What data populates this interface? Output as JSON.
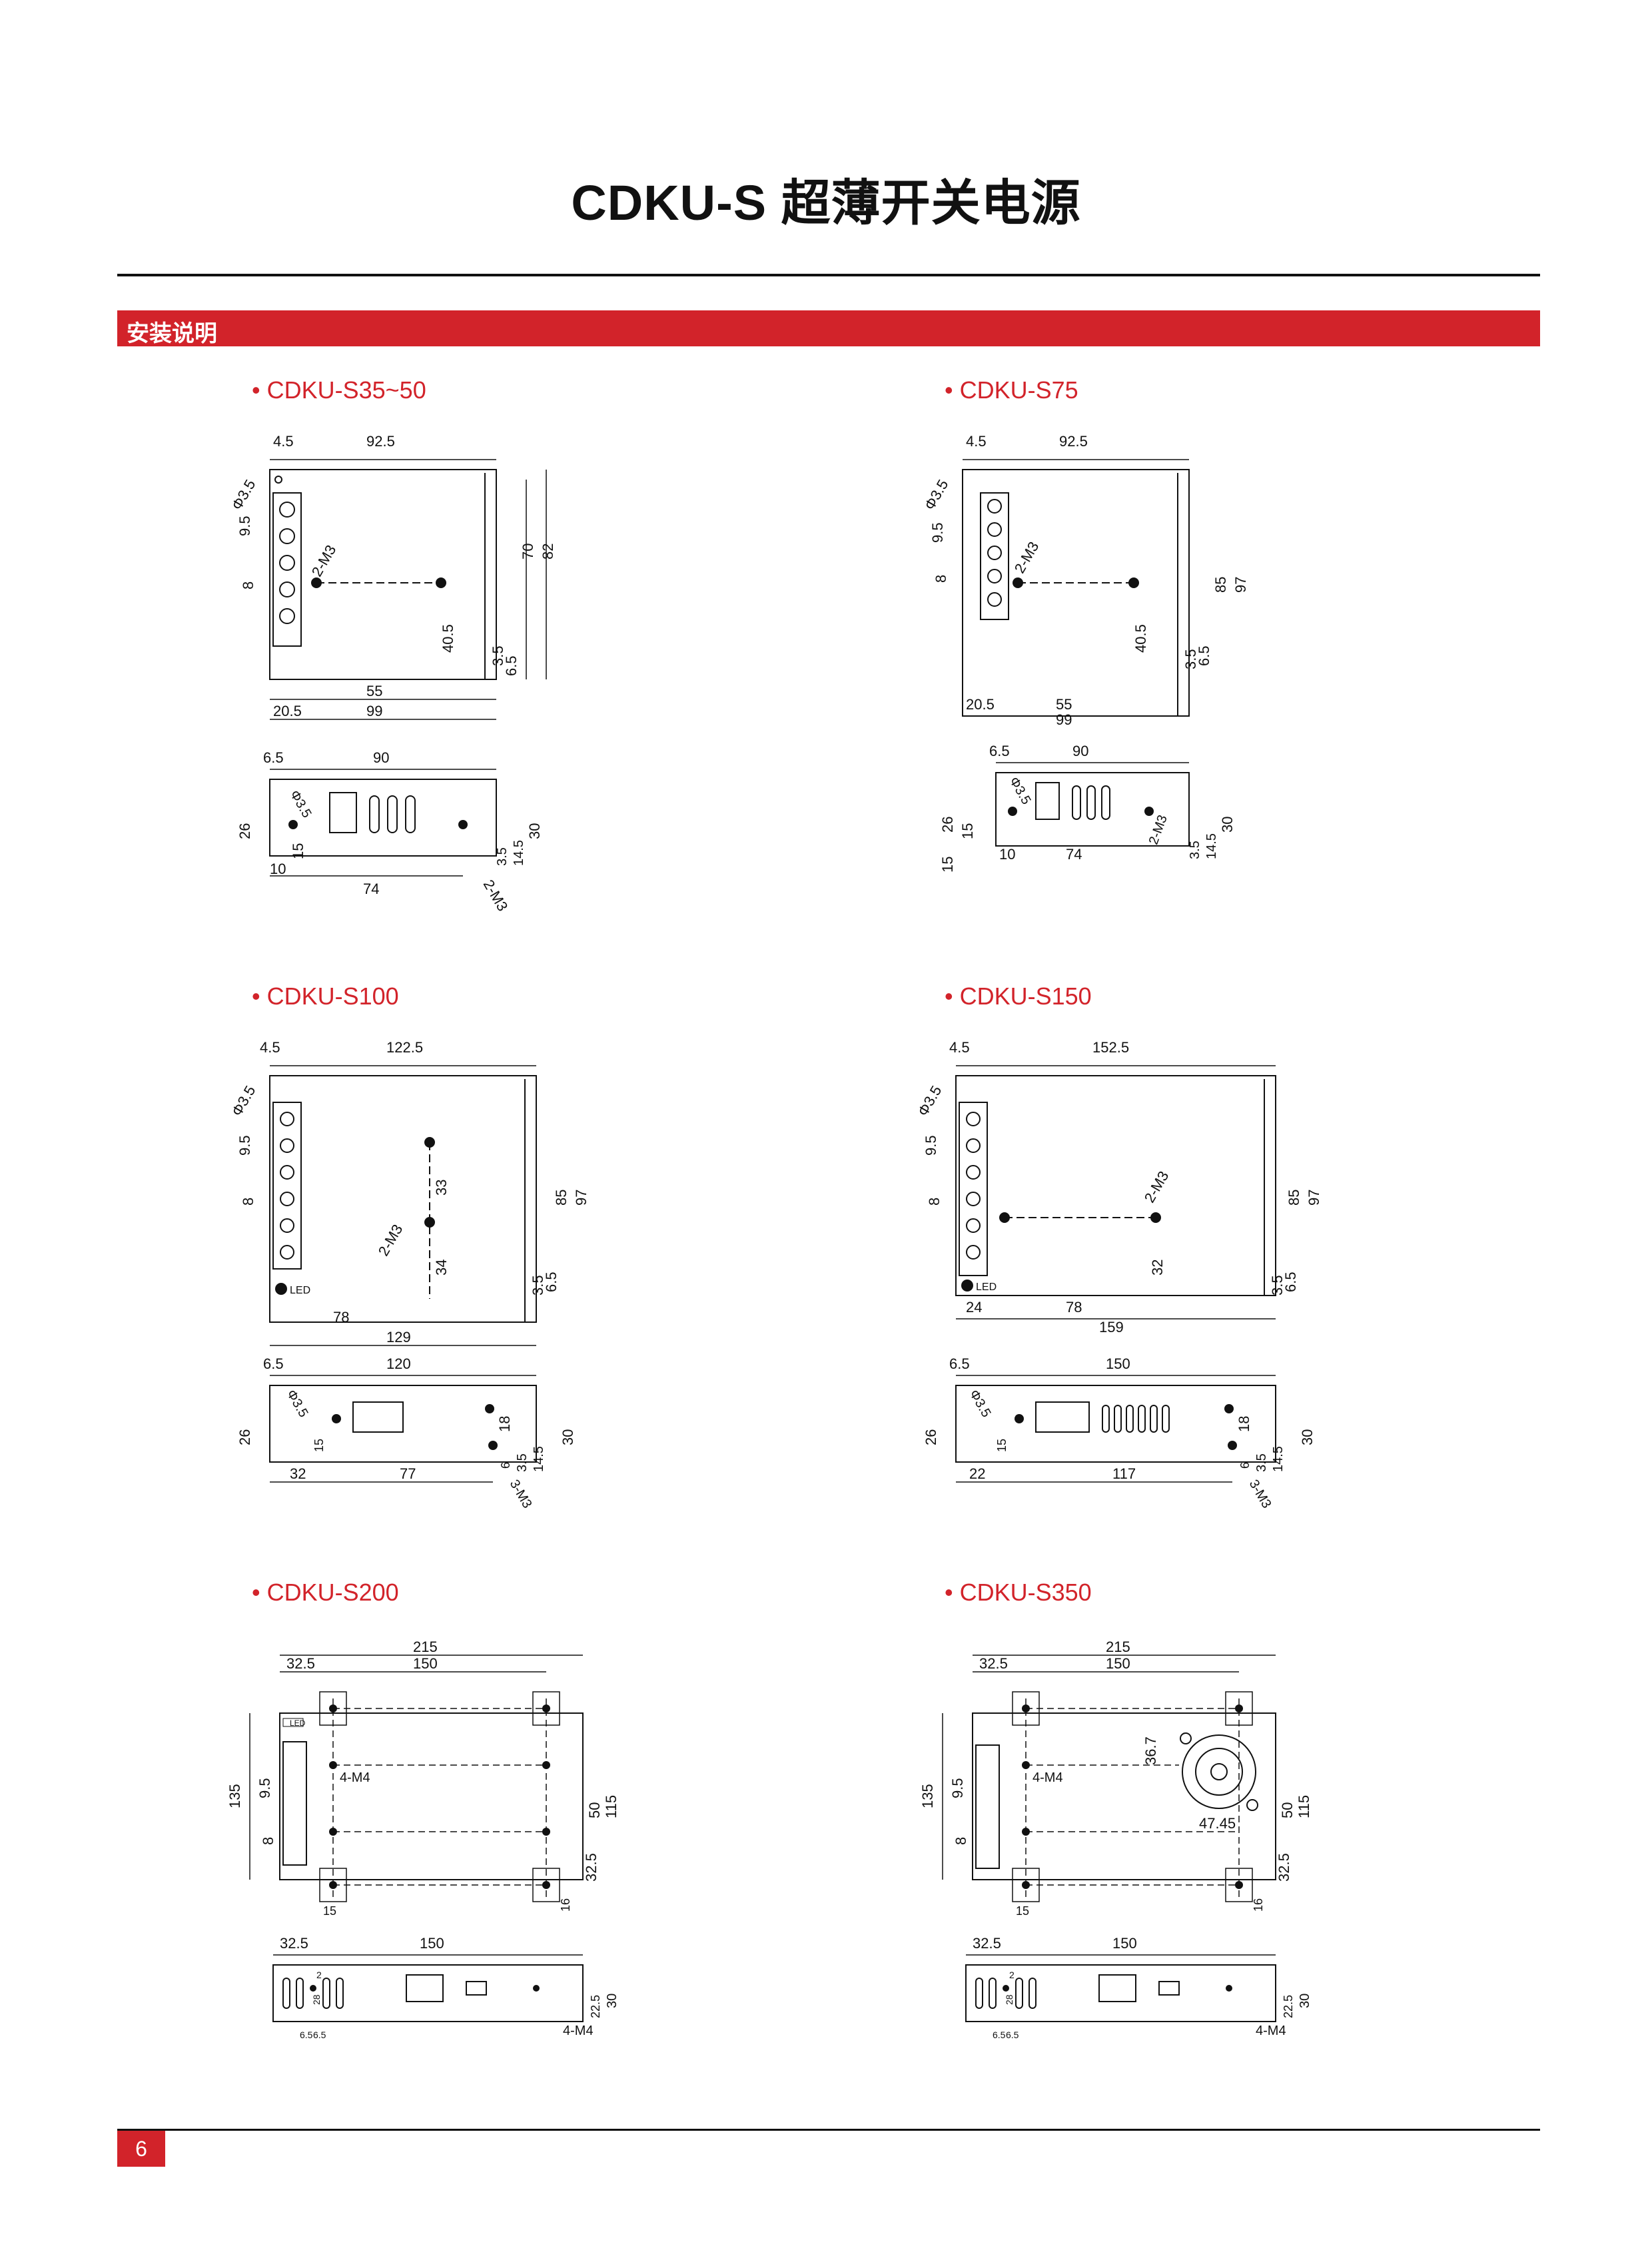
{
  "page": {
    "title": "CDKU-S 超薄开关电源",
    "section_label": "安装说明",
    "page_number": "6"
  },
  "colors": {
    "accent": "#d2232a",
    "ink": "#111111"
  },
  "models": [
    {
      "name": "• CDKU-S35~50",
      "top_dims": [
        "4.5",
        "92.5",
        "Φ3.5",
        "9.5",
        "8",
        "2-M3",
        "70",
        "82",
        "40.5",
        "3.5",
        "6.5",
        "55",
        "20.5",
        "99"
      ],
      "side_dims": [
        "6.5",
        "90",
        "Φ3.5",
        "26",
        "15",
        "10",
        "74",
        "3.5",
        "14.5",
        "30",
        "2-M3"
      ]
    },
    {
      "name": "• CDKU-S75",
      "top_dims": [
        "4.5",
        "92.5",
        "Φ3.5",
        "9.5",
        "8",
        "2-M3",
        "85",
        "97",
        "40.5",
        "3.5",
        "6.5",
        "20.5",
        "55",
        "99"
      ],
      "side_dims": [
        "6.5",
        "90",
        "Φ3.5",
        "26",
        "15",
        "15",
        "10",
        "74",
        "2-M3",
        "3.5",
        "14.5",
        "30"
      ]
    },
    {
      "name": "• CDKU-S100",
      "top_dims": [
        "4.5",
        "122.5",
        "Φ3.5",
        "9.5",
        "8",
        "2-M3",
        "33",
        "34",
        "85",
        "97",
        "3.5",
        "6.5",
        "LED",
        "78",
        "129"
      ],
      "side_dims": [
        "6.5",
        "120",
        "Φ3.5",
        "26",
        "15",
        "18",
        "3.5",
        "14.5",
        "30",
        "6",
        "32",
        "77",
        "3-M3"
      ]
    },
    {
      "name": "• CDKU-S150",
      "top_dims": [
        "4.5",
        "152.5",
        "Φ3.5",
        "9.5",
        "8",
        "2-M3",
        "32",
        "85",
        "97",
        "3.5",
        "6.5",
        "LED",
        "24",
        "78",
        "159"
      ],
      "side_dims": [
        "6.5",
        "150",
        "Φ3.5",
        "26",
        "15",
        "18",
        "3.5",
        "14.5",
        "30",
        "6",
        "22",
        "117",
        "3-M3"
      ]
    },
    {
      "name": "• CDKU-S200",
      "top_dims": [
        "215",
        "32.5",
        "150",
        "LED",
        "135",
        "9.5",
        "8",
        "4-M4",
        "50",
        "115",
        "32.5",
        "15",
        "16"
      ],
      "side_dims": [
        "32.5",
        "150",
        "2",
        "28",
        "6.5",
        "6.5",
        "22.5",
        "30",
        "4-M4"
      ]
    },
    {
      "name": "• CDKU-S350",
      "top_dims": [
        "215",
        "32.5",
        "150",
        "135",
        "9.5",
        "8",
        "4-M4",
        "36.7",
        "47.45",
        "50",
        "115",
        "32.5",
        "15",
        "16"
      ],
      "side_dims": [
        "32.5",
        "150",
        "2",
        "28",
        "6.5",
        "6.5",
        "22.5",
        "30",
        "4-M4"
      ]
    }
  ]
}
